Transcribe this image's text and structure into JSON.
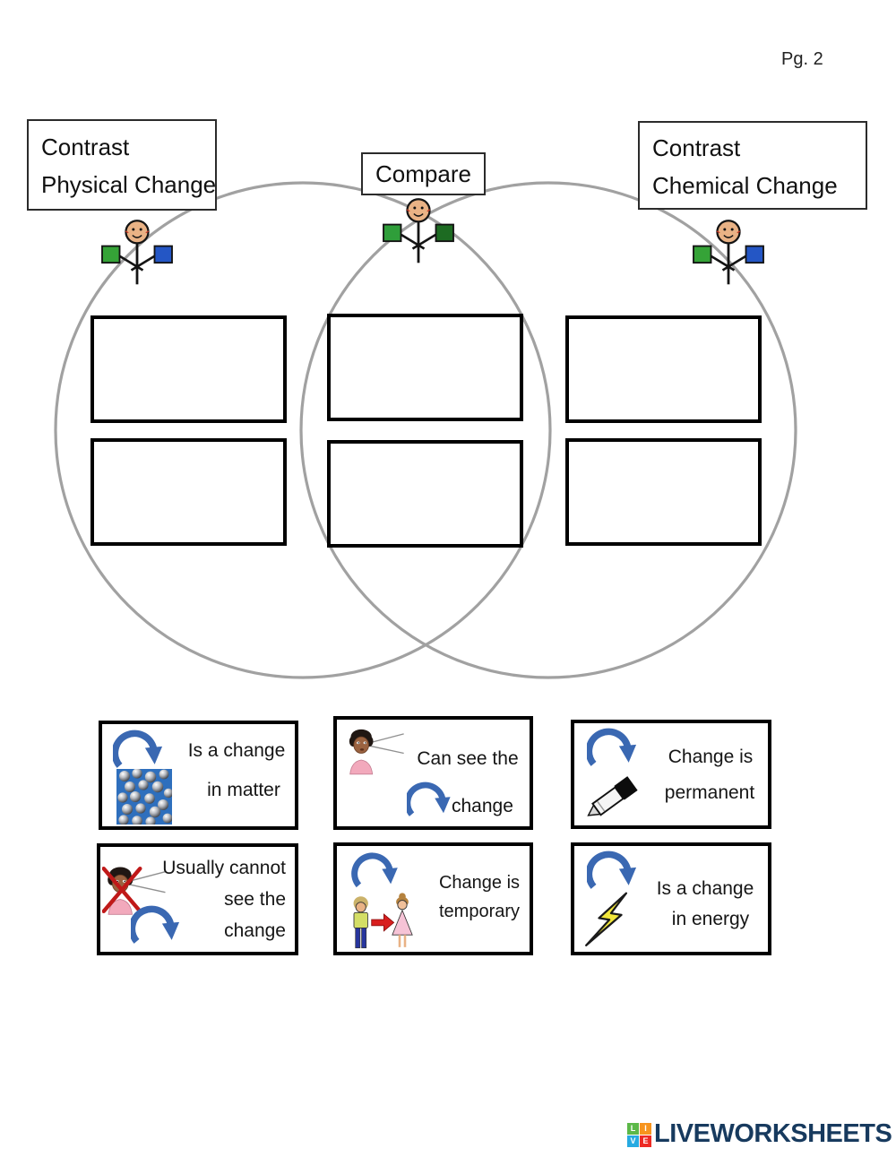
{
  "page": {
    "label": "Pg. 2"
  },
  "titles": {
    "physical_line1": "Contrast",
    "physical_line2": "Physical Change",
    "compare": "Compare",
    "chemical_line1": "Contrast",
    "chemical_line2": "Chemical Change"
  },
  "venn": {
    "circle_color": "#a1a1a1"
  },
  "figures": {
    "skin": "#e9b285",
    "physical": {
      "left_square": "#35a337",
      "right_square": "#2456c5"
    },
    "compare": {
      "left_square": "#2f9e3a",
      "right_square": "#1d6b22"
    },
    "chemical": {
      "left_square": "#35a337",
      "right_square": "#2456c5"
    }
  },
  "cards": [
    {
      "lines": [
        "Is a change",
        "in matter"
      ]
    },
    {
      "lines": [
        "Can see the",
        "change"
      ]
    },
    {
      "lines": [
        "Change is",
        "permanent"
      ]
    },
    {
      "lines": [
        "Usually cannot",
        "see the",
        "change"
      ]
    },
    {
      "lines": [
        "Change is",
        "temporary"
      ]
    },
    {
      "lines": [
        "Is a change",
        "in energy"
      ]
    }
  ],
  "icon_colors": {
    "arrow_blue": "#3a68b2",
    "lightning_yellow": "#f2e73b",
    "molecule_bg": "#2e6fbd",
    "cross_red": "#c01919",
    "transform_arrow_red": "#d81e1e"
  },
  "footer": {
    "logo_text": "LIVEWORKSHEETS",
    "logo_color": "#173a5e",
    "logo_squares": [
      {
        "letter": "L",
        "color": "#5cb848"
      },
      {
        "letter": "I",
        "color": "#f7941e"
      },
      {
        "letter": "V",
        "color": "#27aae1"
      },
      {
        "letter": "E",
        "color": "#ee2a24"
      }
    ]
  }
}
